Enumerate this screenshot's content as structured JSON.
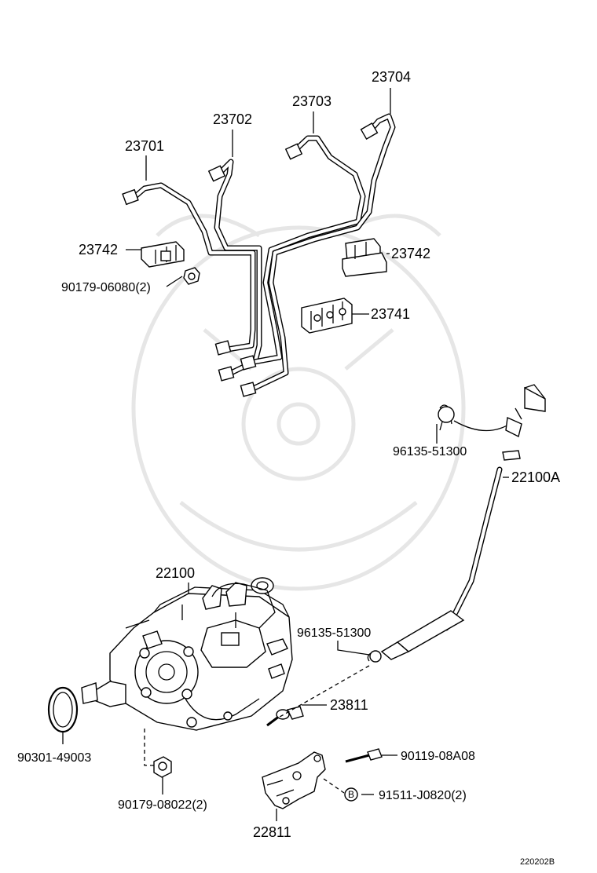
{
  "diagram": {
    "parts": {
      "p23701": "23701",
      "p23702": "23702",
      "p23703": "23703",
      "p23704": "23704",
      "p23742_left": "23742",
      "p23742_right": "23742",
      "p90179_06080": "90179-06080(2)",
      "p23741": "23741",
      "p96135_top": "96135-51300",
      "p22100A": "22100A",
      "p22100": "22100",
      "p96135_mid": "96135-51300",
      "p23811": "23811",
      "p90301": "90301-49003",
      "p90119": "90119-08A08",
      "p90179_08022": "90179-08022(2)",
      "p91511": "91511-J0820(2)",
      "p22811": "22811"
    },
    "callout_marker": "B",
    "figure_code": "220202B"
  }
}
